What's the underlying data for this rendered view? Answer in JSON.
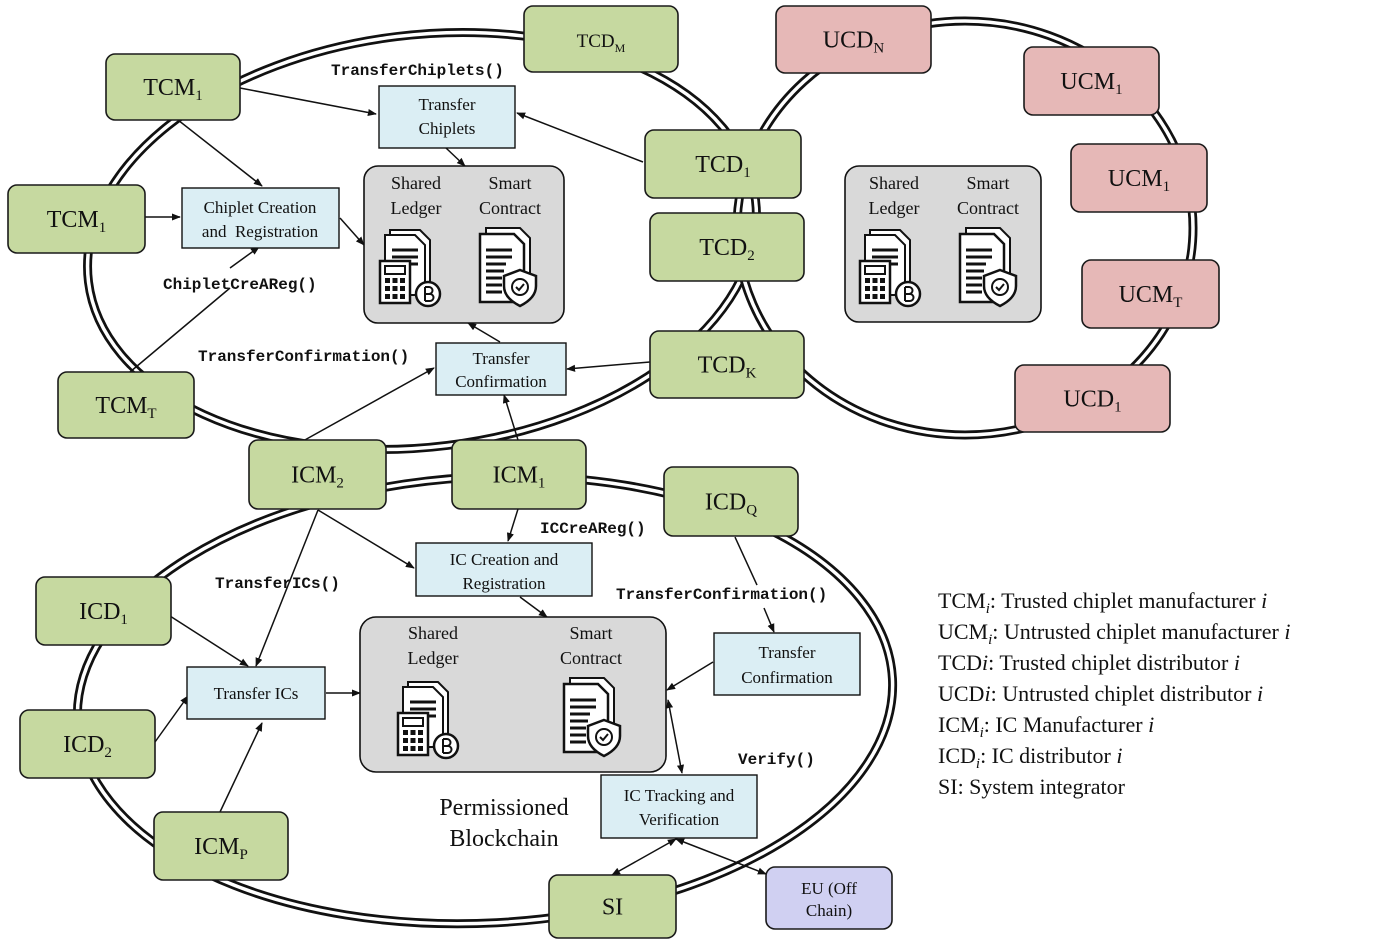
{
  "nodes": {
    "tcm1_top": {
      "base": "TCM",
      "sub": "1"
    },
    "tcm1_mid": {
      "base": "TCM",
      "sub": "1"
    },
    "tcmT": {
      "base": "TCM",
      "sub": "T"
    },
    "tcdM": {
      "base": "TCD",
      "sub": "M"
    },
    "tcd1": {
      "base": "TCD",
      "sub": "1"
    },
    "tcd2": {
      "base": "TCD",
      "sub": "2"
    },
    "tcdK": {
      "base": "TCD",
      "sub": "K"
    },
    "ucdN": {
      "base": "UCD",
      "sub": "N"
    },
    "ucm1_a": {
      "base": "UCM",
      "sub": "1"
    },
    "ucm1_b": {
      "base": "UCM",
      "sub": "1"
    },
    "ucmT": {
      "base": "UCM",
      "sub": "T"
    },
    "ucd1": {
      "base": "UCD",
      "sub": "1"
    },
    "icm2": {
      "base": "ICM",
      "sub": "2"
    },
    "icm1": {
      "base": "ICM",
      "sub": "1"
    },
    "icdQ": {
      "base": "ICD",
      "sub": "Q"
    },
    "icd1": {
      "base": "ICD",
      "sub": "1"
    },
    "icd2": {
      "base": "ICD",
      "sub": "2"
    },
    "icmP": {
      "base": "ICM",
      "sub": "P"
    },
    "si": {
      "label": "SI"
    },
    "eu": {
      "line1": "EU (Off",
      "line2": "Chain)"
    }
  },
  "processes": {
    "transfer_chiplets": {
      "line1": "Transfer",
      "line2": "Chiplets"
    },
    "chiplet_creation": {
      "line1": "Chiplet Creation",
      "line2": "and  Registration"
    },
    "transfer_confirmation_top": {
      "line1": "Transfer",
      "line2": "Confirmation"
    },
    "ic_creation": {
      "line1": "IC Creation and",
      "line2": "Registration"
    },
    "transfer_ics": {
      "line1": "Transfer ICs"
    },
    "transfer_confirmation_bottom": {
      "line1": "Transfer",
      "line2": "Confirmation"
    },
    "ic_tracking": {
      "line1": "IC Tracking and",
      "line2": "Verification"
    }
  },
  "ledgers": {
    "shared_ledger": {
      "line1": "Shared",
      "line2": "Ledger"
    },
    "smart_contract": {
      "line1": "Smart",
      "line2": "Contract"
    }
  },
  "functions": {
    "transfer_chiplets": "TransferChiplets()",
    "chiplet_crea_reg": "ChipletCreAReg()",
    "transfer_confirmation_top": "TransferConfirmation()",
    "ic_crea_reg": "ICCreAReg()",
    "transfer_ics": "TransferICs()",
    "transfer_confirmation_bottom": "TransferConfirmation()",
    "verify": "Verify()"
  },
  "blockchain_label": {
    "line1": "Permissioned",
    "line2": "Blockchain"
  },
  "legend": [
    {
      "abbr": "TCM",
      "italic_sub": "i",
      "text": ": Trusted chiplet manufacturer ",
      "italic_end": "i"
    },
    {
      "abbr": "UCM",
      "italic_sub": "i",
      "text": ": Untrusted chiplet manufacturer ",
      "italic_end": "i"
    },
    {
      "abbr": "TCD",
      "italic_inline": "i",
      "text": ": Trusted chiplet distributor ",
      "italic_end": "i"
    },
    {
      "abbr": "UCD",
      "italic_inline": "i",
      "text": ": Untrusted chiplet distributor ",
      "italic_end": "i"
    },
    {
      "abbr": "ICM",
      "italic_sub": "i",
      "text": ": IC Manufacturer ",
      "italic_end": "i"
    },
    {
      "abbr": "ICD",
      "italic_sub": "i",
      "text": ": IC distributor ",
      "italic_end": "i"
    },
    {
      "abbr": "SI",
      "text": ": System integrator"
    }
  ],
  "colors": {
    "trusted_fill": "#c6d9a0",
    "untrusted_fill": "#e6b8b7",
    "process_fill": "#dbeef4",
    "ledger_fill": "#d9d9d9",
    "offchain_fill": "#d0d0f2",
    "stroke": "#1a1a1a"
  }
}
